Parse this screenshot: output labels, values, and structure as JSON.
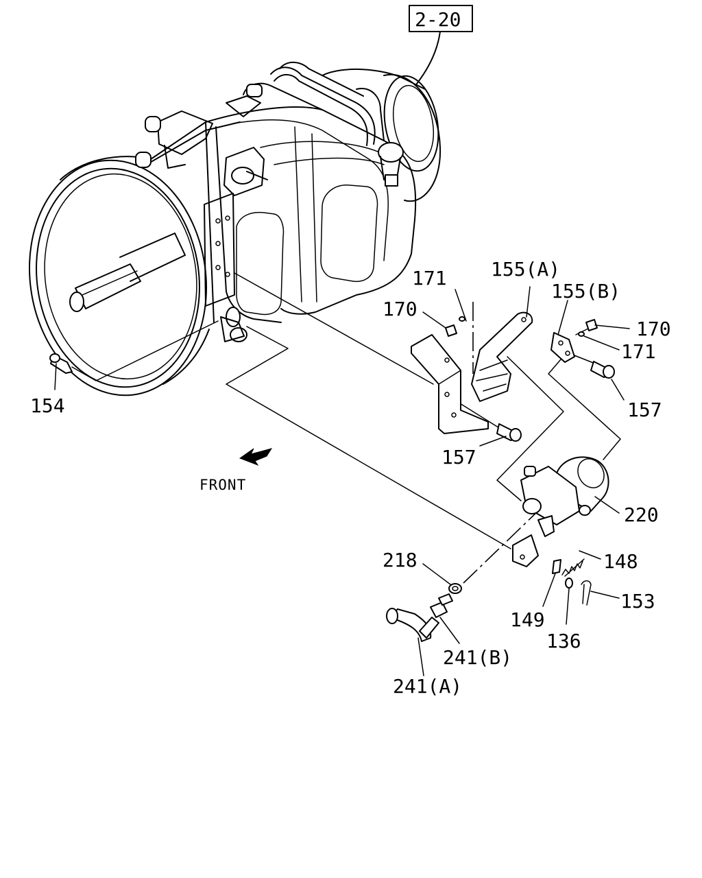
{
  "reference_box": "2-20",
  "front_label": "FRONT",
  "callouts": {
    "p154": "154",
    "p155a": "155(A)",
    "p155b": "155(B)",
    "p157_upper": "157",
    "p157_lower": "157",
    "p170_left": "170",
    "p170_right": "170",
    "p171_left": "171",
    "p171_right": "171",
    "p220": "220",
    "p148": "148",
    "p218": "218",
    "p149": "149",
    "p136": "136",
    "p153": "153",
    "p241b": "241(B)",
    "p241a": "241(A)"
  }
}
